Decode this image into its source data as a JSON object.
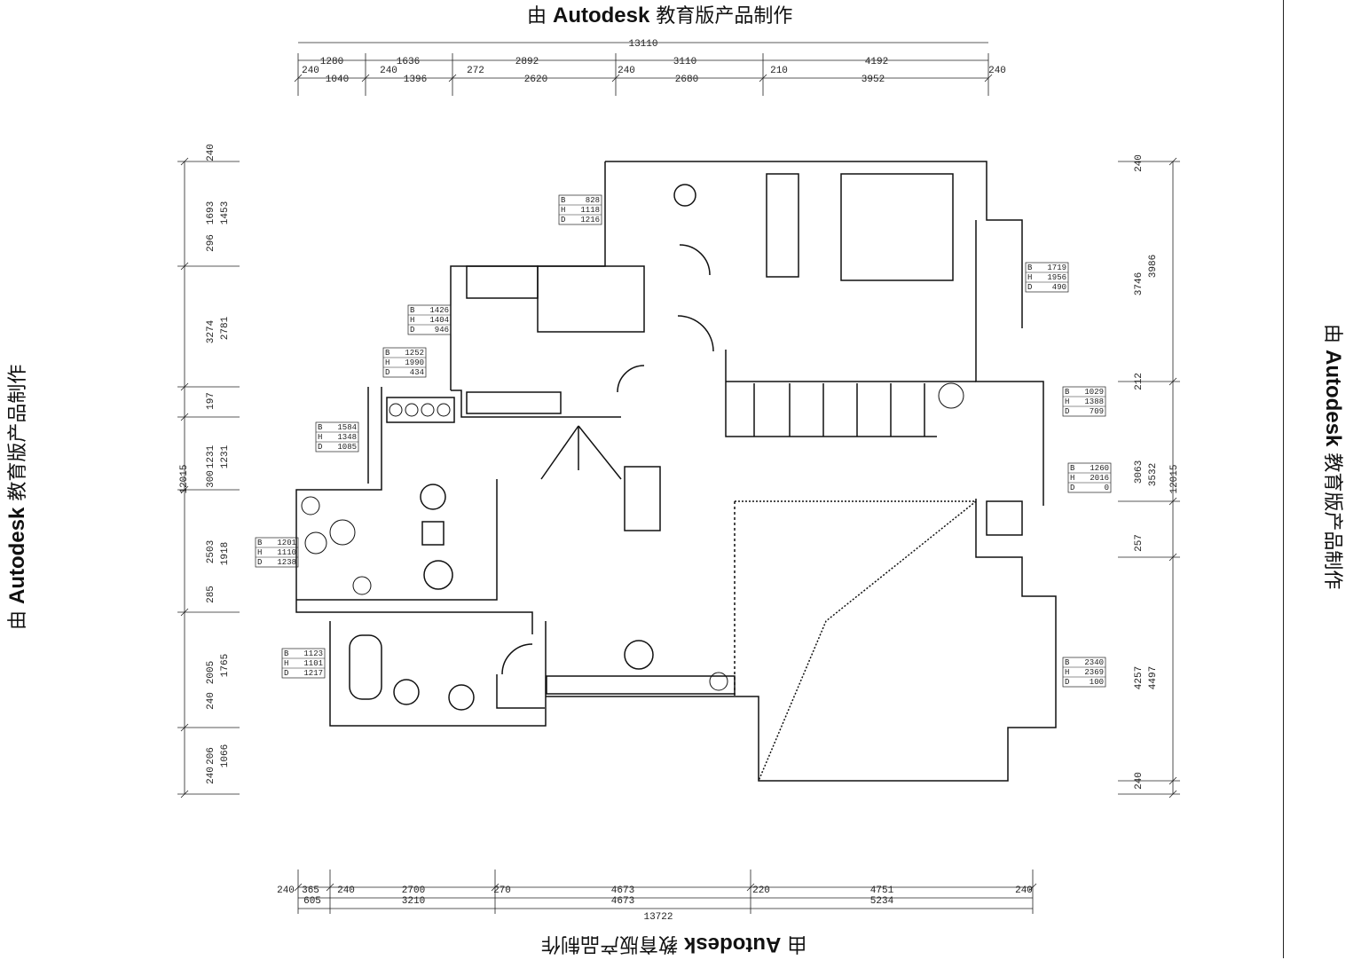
{
  "watermark": {
    "prefix": "由 ",
    "brand": "Autodesk",
    "suffix": " 教育版产品制作"
  },
  "dims_top": {
    "total": "13110",
    "row1": [
      "1280",
      "1636",
      "2892",
      "3110",
      "4192"
    ],
    "row2": [
      "240",
      "1040",
      "240",
      "1396",
      "272",
      "2620",
      "240",
      "2680",
      "210",
      "3952",
      "240"
    ]
  },
  "dims_bottom": {
    "row1": [
      "240",
      "365",
      "240",
      "2700",
      "270",
      "4673",
      "220",
      "4751",
      "240"
    ],
    "row2": [
      "605",
      "3210",
      "4673",
      "5234"
    ],
    "total": "13722"
  },
  "dims_left": {
    "total": "12015",
    "outer": [
      "240",
      "1693",
      "296",
      "3274",
      "197",
      "1231",
      "300",
      "2503",
      "285",
      "2005",
      "240",
      "206",
      "240"
    ],
    "inner": [
      "1453",
      "2781",
      "1231",
      "1918",
      "1765",
      "1066"
    ]
  },
  "dims_right": {
    "total": "12015",
    "outer": [
      "240",
      "3746",
      "212",
      "3063",
      "257",
      "4257",
      "240"
    ],
    "inner": [
      "3986",
      "3532",
      "4497"
    ]
  },
  "tables": [
    {
      "label": "window-spec-1",
      "B": "828",
      "H": "1118",
      "D": "1216"
    },
    {
      "label": "window-spec-2",
      "B": "1719",
      "H": "1956",
      "D": "490"
    },
    {
      "label": "window-spec-3",
      "B": "1426",
      "H": "1404",
      "D": "946"
    },
    {
      "label": "window-spec-4",
      "B": "1252",
      "H": "1990",
      "D": "434"
    },
    {
      "label": "window-spec-5",
      "B": "1584",
      "H": "1348",
      "D": "1085"
    },
    {
      "label": "window-spec-6",
      "B": "1029",
      "H": "1388",
      "D": "709"
    },
    {
      "label": "window-spec-7",
      "B": "1260",
      "H": "2016",
      "D": "0"
    },
    {
      "label": "window-spec-8",
      "B": "1201",
      "H": "1110",
      "D": "1238"
    },
    {
      "label": "window-spec-9",
      "B": "1123",
      "H": "1101",
      "D": "1217"
    },
    {
      "label": "window-spec-10",
      "B": "2340",
      "H": "2369",
      "D": "100"
    }
  ],
  "table_row_keys": [
    "B",
    "H",
    "D"
  ]
}
